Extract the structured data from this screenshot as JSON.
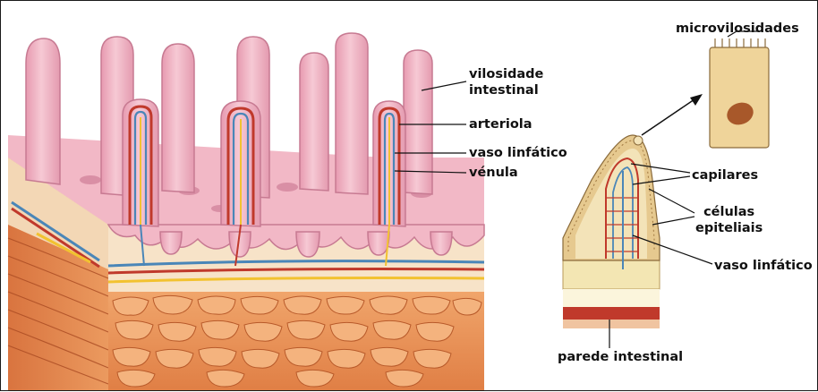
{
  "labels": {
    "vilosidade_intestinal": [
      "vilosidade",
      "intestinal"
    ],
    "arteriola": "arteriola",
    "vaso_linfatico_left": "vaso linfático",
    "venula": "vénula",
    "microvilosidades": "microvilosidades",
    "capilares": "capilares",
    "celulas_epiteliais": [
      "células",
      "epiteliais"
    ],
    "vaso_linfatico_right": "vaso linfático",
    "parede_intestinal": "parede intestinal"
  },
  "colors": {
    "villus_pink": "#f2b8c6",
    "villus_shadow": "#d98fa5",
    "submucosa": "#f7e3c8",
    "muscle": "#e8955a",
    "artery_red": "#c0392b",
    "lymph_blue": "#4a86b8",
    "lymph_yellow": "#f2c230",
    "epithelium": "#e6c98f",
    "cell_fill": "#efd49a",
    "nucleus": "#a8582a"
  }
}
